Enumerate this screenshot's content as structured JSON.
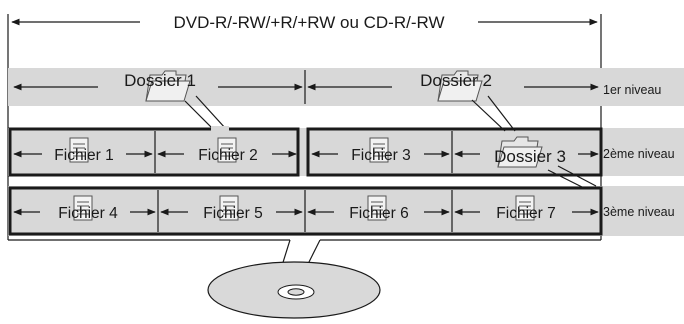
{
  "media_label": "DVD-R/-RW/+R/+RW ou CD-R/-RW",
  "levels": {
    "level1": "1er niveau",
    "level2": "2ème niveau",
    "level3": "3ème niveau"
  },
  "folders": {
    "folder1": "Dossier 1",
    "folder2": "Dossier 2",
    "folder3": "Dossier 3"
  },
  "files": {
    "file1": "Fichier 1",
    "file2": "Fichier 2",
    "file3": "Fichier 3",
    "file4": "Fichier 4",
    "file5": "Fichier 5",
    "file6": "Fichier 6",
    "file7": "Fichier 7"
  },
  "icons": [
    "folder-icon",
    "file-icon",
    "disc-icon",
    "arrow-icon"
  ]
}
